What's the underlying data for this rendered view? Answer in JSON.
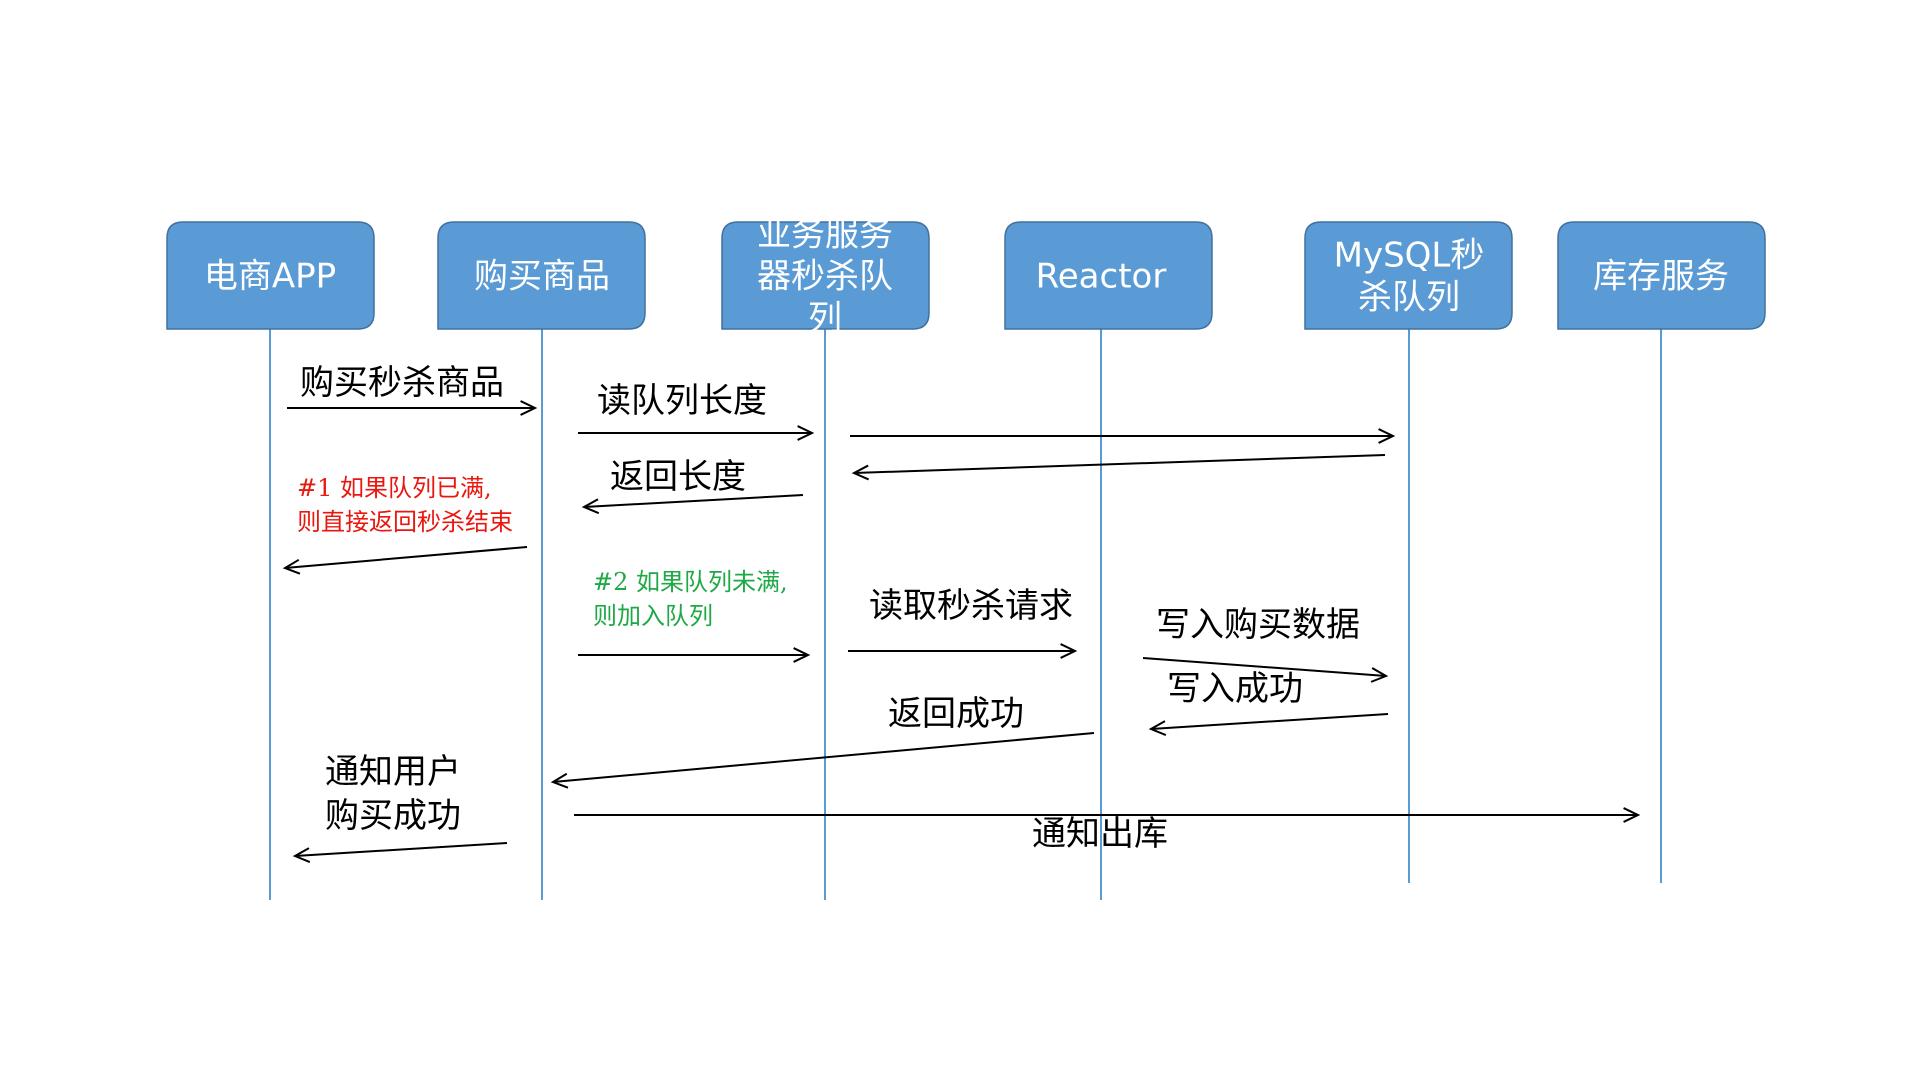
{
  "participants": [
    {
      "id": "app",
      "lines": [
        "电商APP"
      ]
    },
    {
      "id": "buy",
      "lines": [
        "购买商品"
      ]
    },
    {
      "id": "queue",
      "lines": [
        "业务服务",
        "器秒杀队",
        "列"
      ]
    },
    {
      "id": "reactor",
      "lines": [
        "Reactor"
      ]
    },
    {
      "id": "mysql",
      "lines": [
        "MySQL秒",
        "杀队列"
      ]
    },
    {
      "id": "stock",
      "lines": [
        "库存服务"
      ]
    }
  ],
  "messages": [
    {
      "id": "m1",
      "text": "购买秒杀商品"
    },
    {
      "id": "m2",
      "text": "读队列长度"
    },
    {
      "id": "m3",
      "text": ""
    },
    {
      "id": "m4",
      "text": ""
    },
    {
      "id": "m5",
      "text": "返回长度"
    },
    {
      "id": "m6",
      "text": ""
    },
    {
      "id": "m7",
      "text": ""
    },
    {
      "id": "m8",
      "text": "读取秒杀请求"
    },
    {
      "id": "m9",
      "text": "写入购买数据"
    },
    {
      "id": "m10",
      "text": "写入成功"
    },
    {
      "id": "m11",
      "text": "返回成功"
    },
    {
      "id": "m12",
      "text": "通知出库"
    },
    {
      "id": "m13",
      "text": ""
    }
  ],
  "notes": [
    {
      "id": "n1",
      "lines": [
        "#1 如果队列已满,",
        "则直接返回秒杀结束"
      ],
      "color": "#e8170f"
    },
    {
      "id": "n2",
      "lines": [
        "#2 如果队列未满,",
        "则加入队列"
      ],
      "color": "#1fa846"
    },
    {
      "id": "n3",
      "lines": [
        "通知用户",
        "购买成功"
      ],
      "color": "#000000"
    }
  ],
  "colors": {
    "box_fill": "#5b9bd5",
    "box_border": "#41719c",
    "lifeline": "#5b9bd5",
    "arrow": "#000000"
  }
}
